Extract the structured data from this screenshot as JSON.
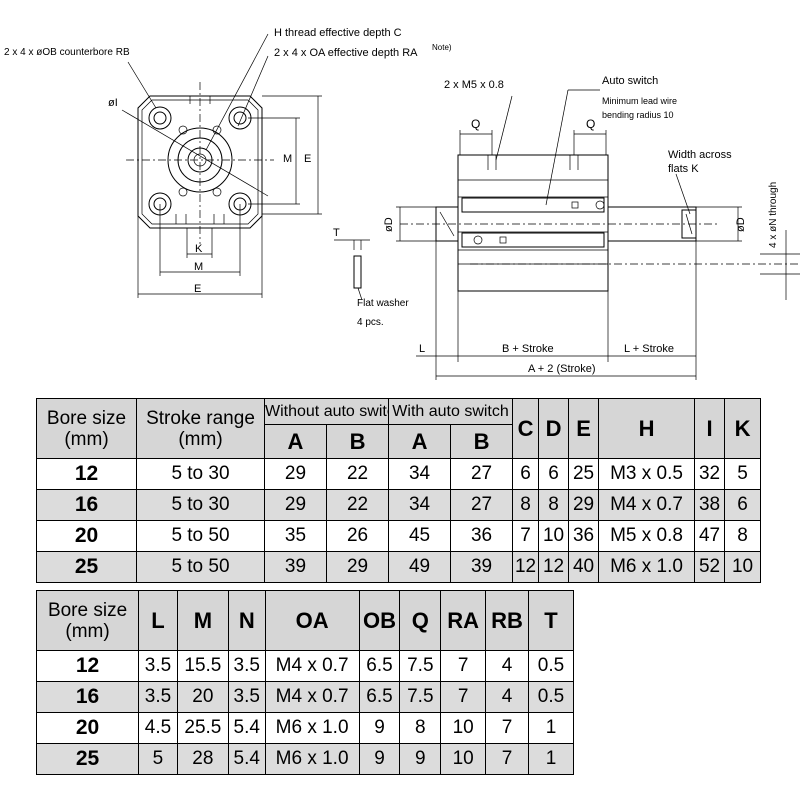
{
  "drawing": {
    "labels": {
      "h_thread": "H thread effective depth C",
      "oa_thread": "2 x 4 x OA effective depth RA",
      "note": "Note)",
      "counterbore": "2 x 4 x øOB counterbore RB",
      "phi_i": "øI",
      "m_vert": "M",
      "e_vert": "E",
      "k_bottom": "K",
      "m_bottom": "M",
      "e_bottom": "E",
      "t_label": "T",
      "phi_d_left": "øD",
      "phi_d_right": "øD",
      "m5_port": "2 x M5 x 0.8",
      "q_left": "Q",
      "q_right": "Q",
      "auto_switch": "Auto switch",
      "lead_wire_1": "Minimum lead wire",
      "lead_wire_2": "bending radius 10",
      "width_flats_1": "Width across",
      "width_flats_2": "flats K",
      "n_through": "4 x øN through",
      "flat_washer": "Flat washer",
      "washer_qty": "4 pcs.",
      "l_dim": "L",
      "b_stroke": "B + Stroke",
      "l_stroke": "L + Stroke",
      "a_stroke": "A + 2 (Stroke)"
    }
  },
  "table1": {
    "headers": {
      "bore": "Bore size",
      "bore_unit": "(mm)",
      "stroke": "Stroke range",
      "stroke_unit": "(mm)",
      "without": "Without auto switch",
      "with": "With auto switch",
      "a1": "A",
      "b1": "B",
      "a2": "A",
      "b2": "B",
      "c": "C",
      "d": "D",
      "e": "E",
      "h": "H",
      "i": "I",
      "k": "K"
    },
    "rows": [
      {
        "bore": "12",
        "stroke": "5 to 30",
        "a1": "29",
        "b1": "22",
        "a2": "34",
        "b2": "27",
        "c": "6",
        "d": "6",
        "e": "25",
        "h": "M3 x 0.5",
        "i": "32",
        "k": "5"
      },
      {
        "bore": "16",
        "stroke": "5 to 30",
        "a1": "29",
        "b1": "22",
        "a2": "34",
        "b2": "27",
        "c": "8",
        "d": "8",
        "e": "29",
        "h": "M4 x 0.7",
        "i": "38",
        "k": "6"
      },
      {
        "bore": "20",
        "stroke": "5 to 50",
        "a1": "35",
        "b1": "26",
        "a2": "45",
        "b2": "36",
        "c": "7",
        "d": "10",
        "e": "36",
        "h": "M5 x 0.8",
        "i": "47",
        "k": "8"
      },
      {
        "bore": "25",
        "stroke": "5 to 50",
        "a1": "39",
        "b1": "29",
        "a2": "49",
        "b2": "39",
        "c": "12",
        "d": "12",
        "e": "40",
        "h": "M6 x 1.0",
        "i": "52",
        "k": "10"
      }
    ]
  },
  "table2": {
    "headers": {
      "bore": "Bore size",
      "bore_unit": "(mm)",
      "l": "L",
      "m": "M",
      "n": "N",
      "oa": "OA",
      "ob": "OB",
      "q": "Q",
      "ra": "RA",
      "rb": "RB",
      "t": "T"
    },
    "rows": [
      {
        "bore": "12",
        "l": "3.5",
        "m": "15.5",
        "n": "3.5",
        "oa": "M4 x 0.7",
        "ob": "6.5",
        "q": "7.5",
        "ra": "7",
        "rb": "4",
        "t": "0.5"
      },
      {
        "bore": "16",
        "l": "3.5",
        "m": "20",
        "n": "3.5",
        "oa": "M4 x 0.7",
        "ob": "6.5",
        "q": "7.5",
        "ra": "7",
        "rb": "4",
        "t": "0.5"
      },
      {
        "bore": "20",
        "l": "4.5",
        "m": "25.5",
        "n": "5.4",
        "oa": "M6 x 1.0",
        "ob": "9",
        "q": "8",
        "ra": "10",
        "rb": "7",
        "t": "1"
      },
      {
        "bore": "25",
        "l": "5",
        "m": "28",
        "n": "5.4",
        "oa": "M6 x 1.0",
        "ob": "9",
        "q": "9",
        "ra": "10",
        "rb": "7",
        "t": "1"
      }
    ]
  }
}
